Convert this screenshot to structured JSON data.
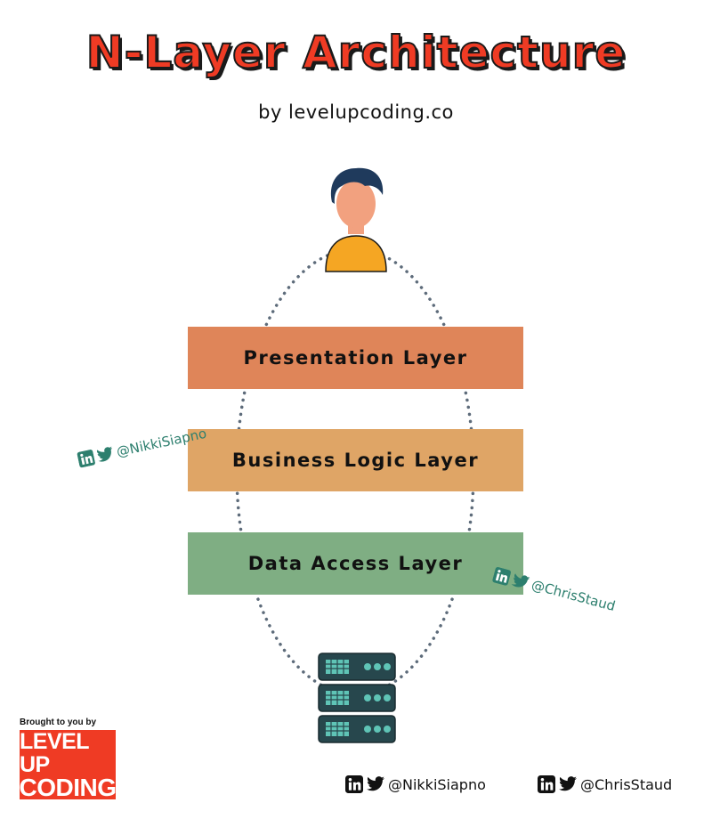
{
  "header": {
    "title": "N-Layer Architecture",
    "subtitle": "by levelupcoding.co"
  },
  "diagram": {
    "layers": [
      {
        "label": "Presentation Layer",
        "color": "#df8559"
      },
      {
        "label": "Business Logic Layer",
        "color": "#dfa566"
      },
      {
        "label": "Data Access Layer",
        "color": "#7fae83"
      }
    ],
    "top_icon": "user-avatar-icon",
    "bottom_icon": "database-server-icon",
    "connector_color": "#5d6b7a"
  },
  "watermarks": {
    "left": "@NikkiSiapno",
    "right": "@ChrisStaud",
    "color": "#2d7f6e"
  },
  "footer": {
    "brought_by": "Brought to you by",
    "logo_line1": "LEVEL UP",
    "logo_line2": "CODING",
    "logo_color": "#ef3b24",
    "handle_1": "@NikkiSiapno",
    "handle_2": "@ChrisStaud"
  }
}
